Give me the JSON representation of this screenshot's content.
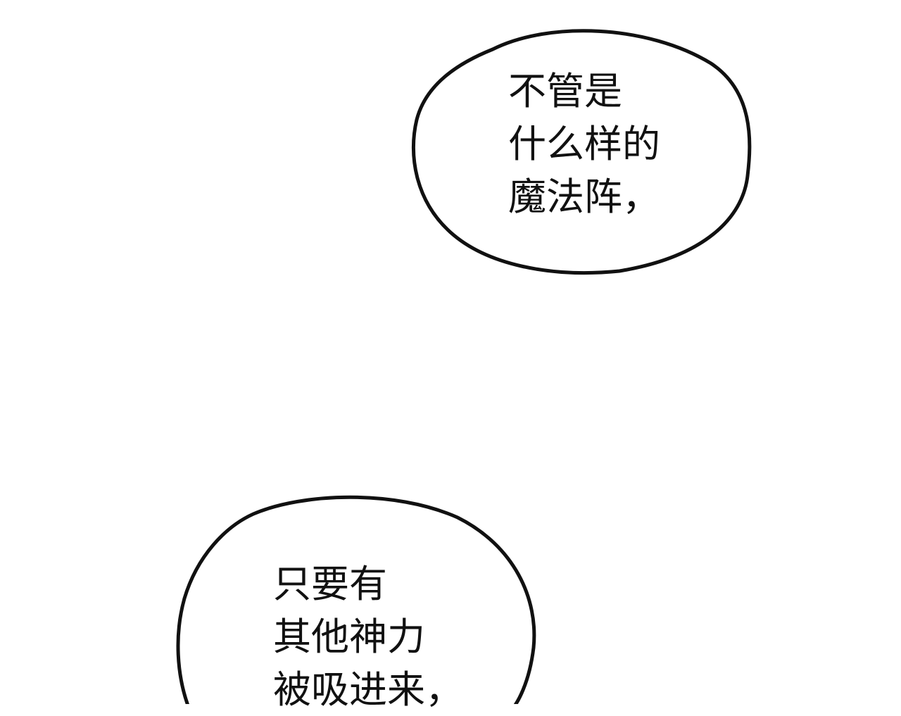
{
  "bubbles": [
    {
      "lines": [
        "不管是",
        "什么样的",
        "魔法阵，"
      ]
    },
    {
      "lines": [
        "只要有",
        "其他神力",
        "被吸进来，"
      ]
    }
  ],
  "colors": {
    "stroke": "#111111",
    "background": "#ffffff"
  }
}
